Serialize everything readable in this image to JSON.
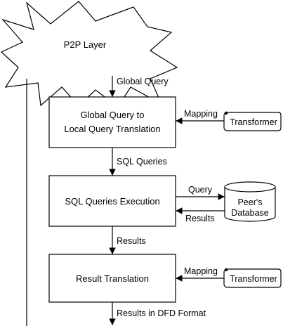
{
  "title": "",
  "p2p_layer": {
    "label": "P2P Layer"
  },
  "edges": {
    "global_query": "Global Query",
    "sql_queries": "SQL Queries",
    "results": "Results",
    "results_dfd": "Results in DFD Format",
    "mapping_top": "Mapping",
    "mapping_bottom": "Mapping",
    "query": "Query",
    "results_db": "Results"
  },
  "processes": {
    "translation_line1": "Global Query to",
    "translation_line2": "Local Query Translation",
    "execution": "SQL Queries Execution",
    "result_translation": "Result Translation"
  },
  "stores": {
    "transformer_top": "Transformer",
    "transformer_bottom": "Transformer",
    "db_line1": "Peer's",
    "db_line2": "Database"
  }
}
